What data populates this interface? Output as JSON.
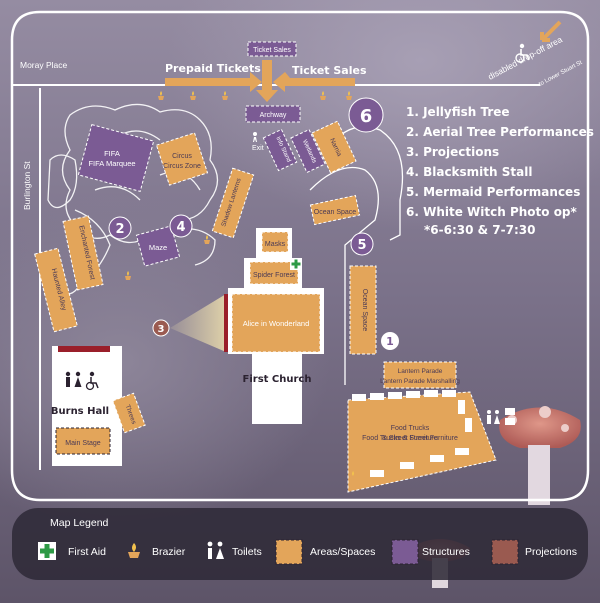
{
  "map": {
    "streets": {
      "moray": "Moray Place",
      "burlington": "Burlington St",
      "drop_off": "disabled drop-off area",
      "drop_off_sub": "to Lower Stuart St"
    },
    "entry": {
      "ticket_sales_top": "Ticket Sales",
      "prepaid": "Prepaid Tickets",
      "ticket_sales": "Ticket Sales",
      "archway": "Archway",
      "exit": "Exit"
    },
    "areas": {
      "fifa": "FIFA Marquee",
      "circus": "Circus Zone",
      "maze": "Maze",
      "enchanted": "Enchanted Forest",
      "haunted": "Haunted Alley",
      "shadow": "Shadow Lanterns",
      "masks": "Masks",
      "spider": "Spider Forest",
      "alice": "Alice in Wonderland",
      "first_church": "First Church",
      "ocean_space_top": "Ocean Space",
      "ocean_space_side": "Ocean Space",
      "lantern_parade": "Lantern Parade Marshalling",
      "food_trucks": "Food Trucks & Street Furniture",
      "burns_hall": "Burns Hall",
      "main_stage": "Main Stage",
      "threes": "Threes",
      "info_stand": "Info Stand",
      "wetlands": "Wetlands",
      "narnia": "Narnia"
    },
    "numbers": [
      "1",
      "2",
      "3",
      "4",
      "5",
      "6"
    ],
    "key_list": [
      "1. Jellyfish Tree",
      "2. Aerial Tree Performances",
      "3. Projections",
      "4. Blacksmith Stall",
      "5. Mermaid Performances",
      "6. White Witch Photo op*"
    ],
    "key_note": "*6-6:30 & 7-7:30"
  },
  "legend": {
    "title": "Map Legend",
    "items": {
      "first_aid": "First Aid",
      "brazier": "Brazier",
      "toilets": "Toilets",
      "areas": "Areas/Spaces",
      "structures": "Structures",
      "projections": "Projections"
    }
  },
  "colors": {
    "area_fill": "#e3a55a",
    "structure_fill": "#7b5b94",
    "projection_fill": "#9a5a50",
    "first_aid_green": "#2e9a46",
    "outline_white": "#ffffff"
  }
}
